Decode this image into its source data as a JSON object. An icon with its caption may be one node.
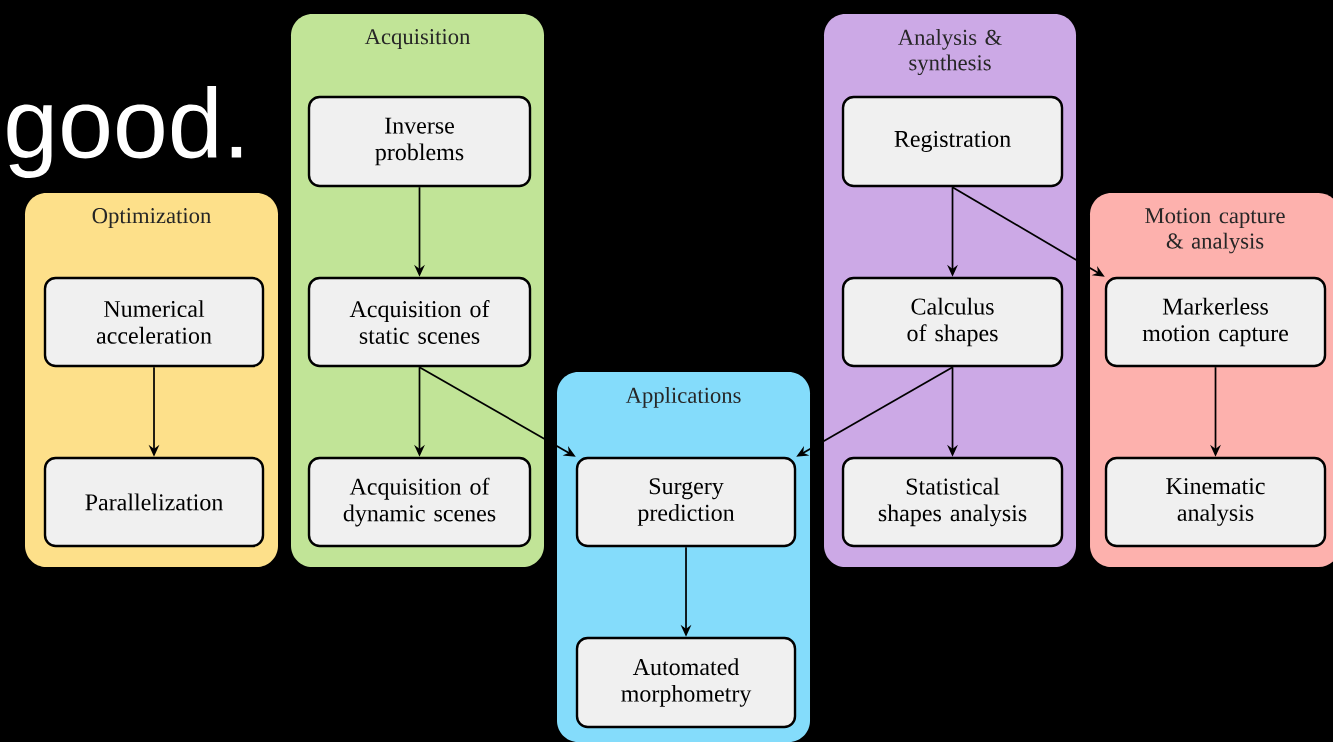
{
  "diagram": {
    "nodes": [
      {
        "text": [
          "Optimization"
        ]
      },
      {
        "text": [
          "Numerical acceleration"
        ],
        "in": 0
      },
      {
        "text": [
          "Parallelization"
        ],
        "in": 0
      },
      {
        "text": [
          "Acquisition"
        ]
      },
      {
        "text": [
          "Inverse problems"
        ],
        "in": 3
      },
      {
        "text": [
          "Acquisition of static scenes"
        ],
        "in": 3
      },
      {
        "text": [
          "Acquisition of dynamic scenes"
        ],
        "in": 3
      },
      {
        "text": [
          "Applications"
        ]
      },
      {
        "text": [
          "Surgery prediction"
        ],
        "in": 7
      },
      {
        "text": [
          "Automated morphometry"
        ],
        "in": 7
      },
      {
        "text": [
          "Analysis & synthesis"
        ]
      },
      {
        "text": [
          "Registration"
        ],
        "in": 10
      },
      {
        "text": [
          "Calculus of shapes"
        ],
        "in": 10
      },
      {
        "text": [
          "Statistical shapes analysis"
        ],
        "in": 10
      },
      {
        "text": [
          "Motion capture & analysis"
        ]
      },
      {
        "text": [
          "Markerless motion capture"
        ],
        "in": 14
      },
      {
        "text": [
          "Kinematic analysis"
        ],
        "in": 14
      }
    ],
    "edges": [
      {
        "from": 1,
        "to": 2,
        "arrow": "to"
      },
      {
        "from": 4,
        "to": 5,
        "arrow": "to"
      },
      {
        "from": 5,
        "to": 6,
        "arrow": "to"
      },
      {
        "from": 5,
        "to": 8,
        "arrow": "to"
      },
      {
        "from": 11,
        "to": 12,
        "arrow": "to"
      },
      {
        "from": 11,
        "to": 15,
        "arrow": "to"
      },
      {
        "from": 12,
        "to": 13,
        "arrow": "to"
      },
      {
        "from": 12,
        "to": 8,
        "arrow": "to"
      },
      {
        "from": 8,
        "to": 9,
        "arrow": "to"
      },
      {
        "from": 15,
        "to": 16,
        "arrow": "to"
      }
    ],
    "labels": [
      "good."
    ]
  }
}
